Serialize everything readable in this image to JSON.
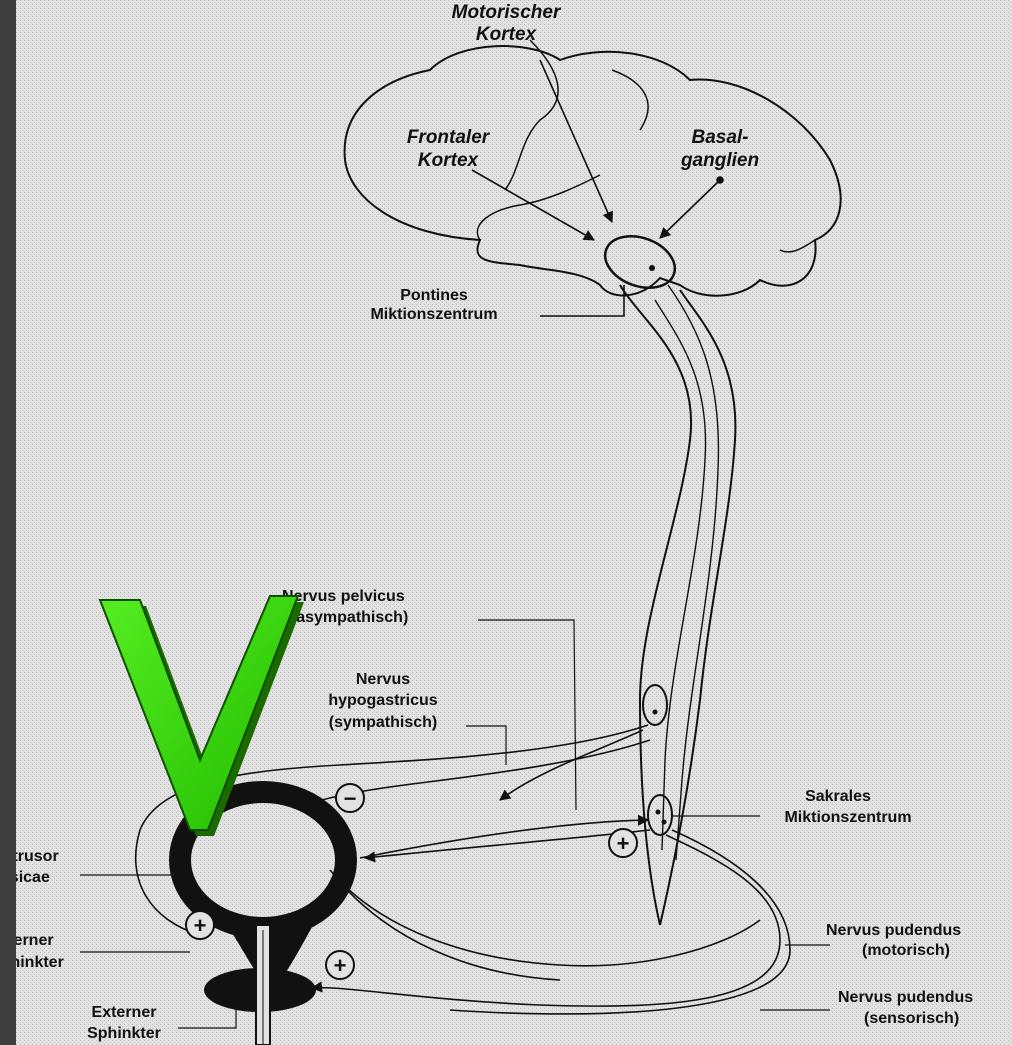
{
  "labels": {
    "motor_cortex_1": "Motorischer",
    "motor_cortex_2": "Kortex",
    "frontal_cortex_1": "Frontaler",
    "frontal_cortex_2": "Kortex",
    "basal_ganglia_1": "Basal-",
    "basal_ganglia_2": "ganglien",
    "pontine_center_1": "Pontines",
    "pontine_center_2": "Miktionszentrum",
    "pelvic_nerve_1": "Nervus pelvicus",
    "pelvic_nerve_2": "(parasympathisch)",
    "hypogastric_nerve_1": "Nervus",
    "hypogastric_nerve_2": "hypogastricus",
    "hypogastric_nerve_3": "(sympathisch)",
    "sacral_center_1": "Sakrales",
    "sacral_center_2": "Miktionszentrum",
    "detrusor_1": "Detrusor",
    "detrusor_2": "vesicae",
    "internal_sphincter_1": "Interner",
    "internal_sphincter_2": "Sphinkter",
    "external_sphincter_1": "Externer",
    "external_sphincter_2": "Sphinkter",
    "pudendal_motor_1": "Nervus pudendus",
    "pudendal_motor_2": "(motorisch)",
    "pudendal_sensory_1": "Nervus pudendus",
    "pudendal_sensory_2": "(sensorisch)"
  },
  "symbols": {
    "minus": "−",
    "plus": "+"
  },
  "colors": {
    "paper": "#e2e2e2",
    "frame": "#3a3a3a",
    "ink": "#111111",
    "check_mark": "#33dd11"
  },
  "icons": [
    "check-mark-icon"
  ]
}
